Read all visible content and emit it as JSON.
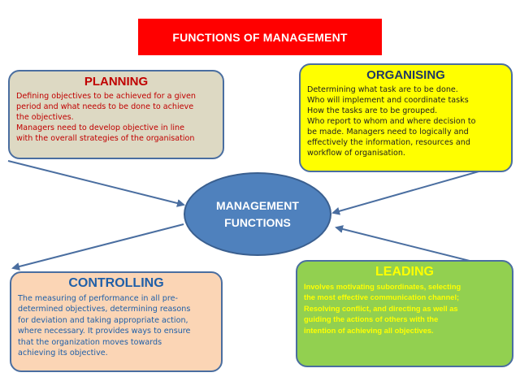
{
  "title": "FUNCTIONS OF MANAGEMENT",
  "center": {
    "line1": "MANAGEMENT",
    "line2": "FUNCTIONS"
  },
  "planning": {
    "heading": "PLANNING",
    "lines": [
      "Defining objectives to be achieved for a given",
      "period and what needs to be done to achieve",
      "the objectives.",
      "Managers need  to develop objective in line",
      "with the overall strategies of the organisation"
    ]
  },
  "organising": {
    "heading": "ORGANISING",
    "lines": [
      "Determining what task are to be done.",
      "Who will implement and coordinate tasks",
      "How the tasks are to be grouped.",
      "Who report to whom and where decision to",
      "be made. Managers need to logically and",
      "effectively the information, resources and",
      "workflow of organisation."
    ]
  },
  "controlling": {
    "heading": "CONTROLLING",
    "lines": [
      "The measuring of performance in all pre-",
      "determined objectives, determining reasons",
      "for deviation and taking appropriate action,",
      "where necessary. It provides ways to ensure",
      "that  the organization  moves towards",
      "achieving its objective."
    ]
  },
  "leading": {
    "heading": "LEADING",
    "lines": [
      "Involves motivating subordinates, selecting",
      "the most effective  communication channel;",
      "Resolving conflict, and directing as well  as",
      "guiding the actions of others with the",
      "intention of achieving all objectives."
    ]
  },
  "colors": {
    "title_bg": "#ff0000",
    "planning_bg": "#ddd9c3",
    "organising_bg": "#ffff00",
    "controlling_bg": "#fbd5b5",
    "leading_bg": "#92d050",
    "center_bg": "#4f81bd",
    "arrow": "#4a6ea0"
  }
}
